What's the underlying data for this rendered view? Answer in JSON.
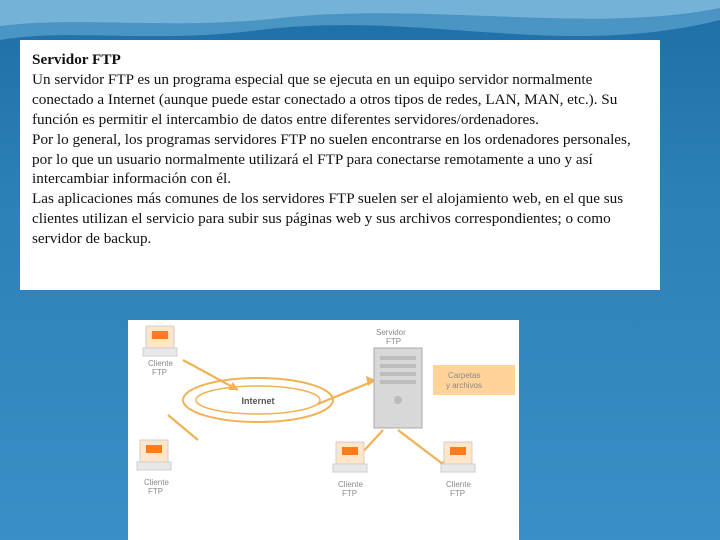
{
  "slide": {
    "title": "Servidor FTP",
    "paragraphs": [
      "Un servidor FTP es un programa especial que se ejecuta en un equipo servidor normalmente conectado a Internet (aunque puede estar conectado a otros tipos de redes, LAN, MAN, etc.). Su función es permitir el intercambio de datos entre diferentes servidores/ordenadores.",
      "Por lo general, los programas servidores FTP no suelen encontrarse en los ordenadores personales, por lo que un usuario normalmente utilizará el FTP para conectarse remotamente a uno y así intercambiar información con él.",
      "Las aplicaciones más comunes de los servidores FTP suelen ser el alojamiento web, en el que sus clientes utilizan el servicio para subir sus páginas web y sus archivos correspondientes; o como servidor de backup."
    ]
  },
  "diagram": {
    "server_label": [
      "Servidor",
      "FTP"
    ],
    "folders_label": [
      "Carpetas",
      "y archivos"
    ],
    "internet_label": "Internet",
    "client_label": [
      "Cliente",
      "FTP"
    ],
    "colors": {
      "monitor": "#ffe6c9",
      "screen_accent": "#ff7a1a",
      "arrow": "#f0b254",
      "folders_box": "#ffd39a"
    }
  }
}
